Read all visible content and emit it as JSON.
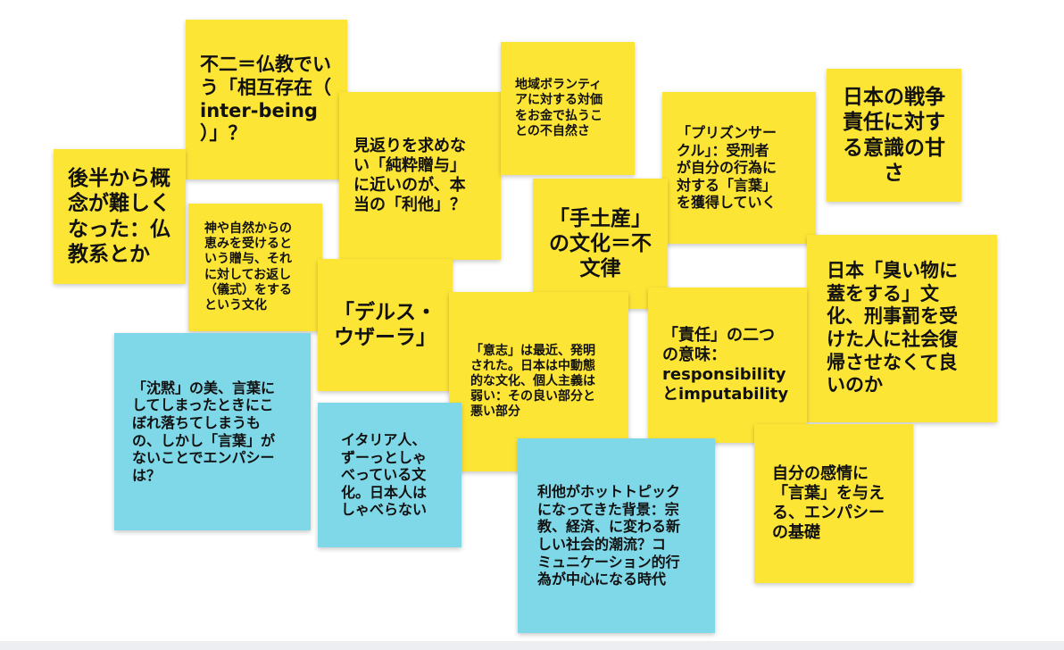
{
  "notes": [
    {
      "text": "不二＝仏教でい\nう「相互存在（\ninter-being\n）」？",
      "color": "#fde536"
    },
    {
      "text": "後半から概\n念が難しく\nなった：仏\n教系とか",
      "color": "#fde536"
    },
    {
      "text": "神や自然からの\n恵みを受けると\nいう贈与、それ\nに対してお返し\n（儀式）をする\nという文化",
      "color": "#fde536"
    },
    {
      "text": "見返りを求めな\nい「純粋贈与」\nに近いのが、本\n当の「利他」？",
      "color": "#fde536"
    },
    {
      "text": "地域ボランティ\nアに対する対価\nをお金で払うこ\nとの不自然さ",
      "color": "#fde536"
    },
    {
      "text": "「手土産」\nの文化＝不\n文律",
      "color": "#fde536"
    },
    {
      "text": "「プリズンサー\nクル」：受刑者\nが自分の行為に\n対する「言葉」\nを獲得していく",
      "color": "#fde536"
    },
    {
      "text": "日本の戦争\n責任に対す\nる意識の甘\nさ",
      "color": "#fde536"
    },
    {
      "text": "日本「臭い物に\n蓋をする」文\n化、刑事罰を受\nけた人に社会復\n帰させなくて良\nいのか",
      "color": "#fde536"
    },
    {
      "text": "「デルス・\nウザーラ」",
      "color": "#fde536"
    },
    {
      "text": "「意志」は最近、発明\nされた。日本は中動態\n的な文化、個人主義は\n弱い：その良い部分と\n悪い部分",
      "color": "#fde536"
    },
    {
      "text": "「責任」の二つ\nの意味：\nresponsibility\nとimputability",
      "color": "#fde536"
    },
    {
      "text": "「沈黙」の美、言葉に\nしてしまったときにこ\nぼれ落ちてしまうも\nの、しかし「言葉」が\nないことでエンパシー\nは？",
      "color": "#7fd8e8"
    },
    {
      "text": "イタリア人、\nずーっとしゃ\nべっている文\n化。日本人は\nしゃべらない",
      "color": "#7fd8e8"
    },
    {
      "text": "利他がホットトピック\nになってきた背景：宗\n教、経済、に変わる新\nしい社会的潮流？コ\nミュニケーション的行\n為が中心になる時代",
      "color": "#7fd8e8"
    },
    {
      "text": "自分の感情に\n「言葉」を与え\nる、エンパシー\nの基礎",
      "color": "#fde536"
    }
  ]
}
